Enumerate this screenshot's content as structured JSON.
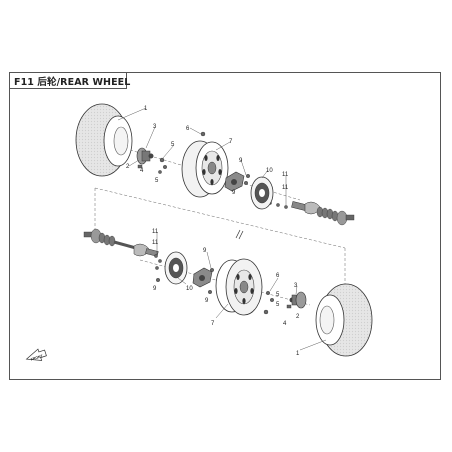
{
  "title": "F11 后轮/REAR WHEEL",
  "direction_marker": "FRONT",
  "callouts": {
    "tire": "1",
    "nut": "2",
    "hub": "3",
    "cotter_pin": "4",
    "bolt": "5",
    "valve": "6",
    "rim": "7",
    "bolt_9": "9",
    "brake_disc": "10",
    "screw": "11"
  },
  "colors": {
    "line": "#333333",
    "tire_tread": "#e4e4e4",
    "dark": "#555555"
  }
}
